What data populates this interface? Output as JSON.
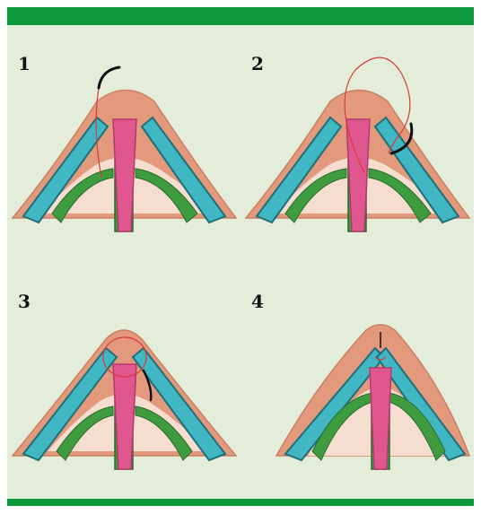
{
  "figure": {
    "colors": {
      "background": "#e4edd9",
      "border_green": "#0d9a3c",
      "skin": "#e39a7c",
      "skin_edge": "#c97f64",
      "cartilage_blue": "#41b7c4",
      "cartilage_edge": "#1e6f78",
      "mucosa_green": "#3f9b3f",
      "septum_pink": "#e0568f",
      "inner_pink": "#f5ddd0",
      "suture": "#d83a3a",
      "needle": "#111111"
    },
    "panels": [
      {
        "label": "1",
        "step": 1
      },
      {
        "label": "2",
        "step": 2
      },
      {
        "label": "3",
        "step": 3
      },
      {
        "label": "4",
        "step": 4
      }
    ]
  }
}
